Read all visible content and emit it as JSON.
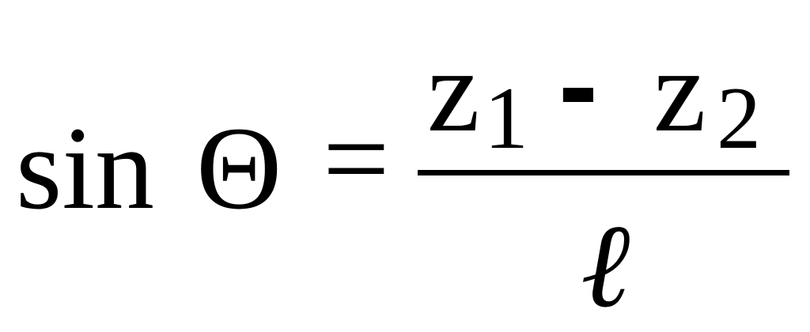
{
  "formula": {
    "function": "sin",
    "variable": "Θ",
    "equals": "=",
    "numerator": {
      "term1": "z",
      "term1_subscript": "1",
      "operator": "-",
      "term2": "z",
      "term2_subscript": "2"
    },
    "denominator": "ℓ"
  }
}
